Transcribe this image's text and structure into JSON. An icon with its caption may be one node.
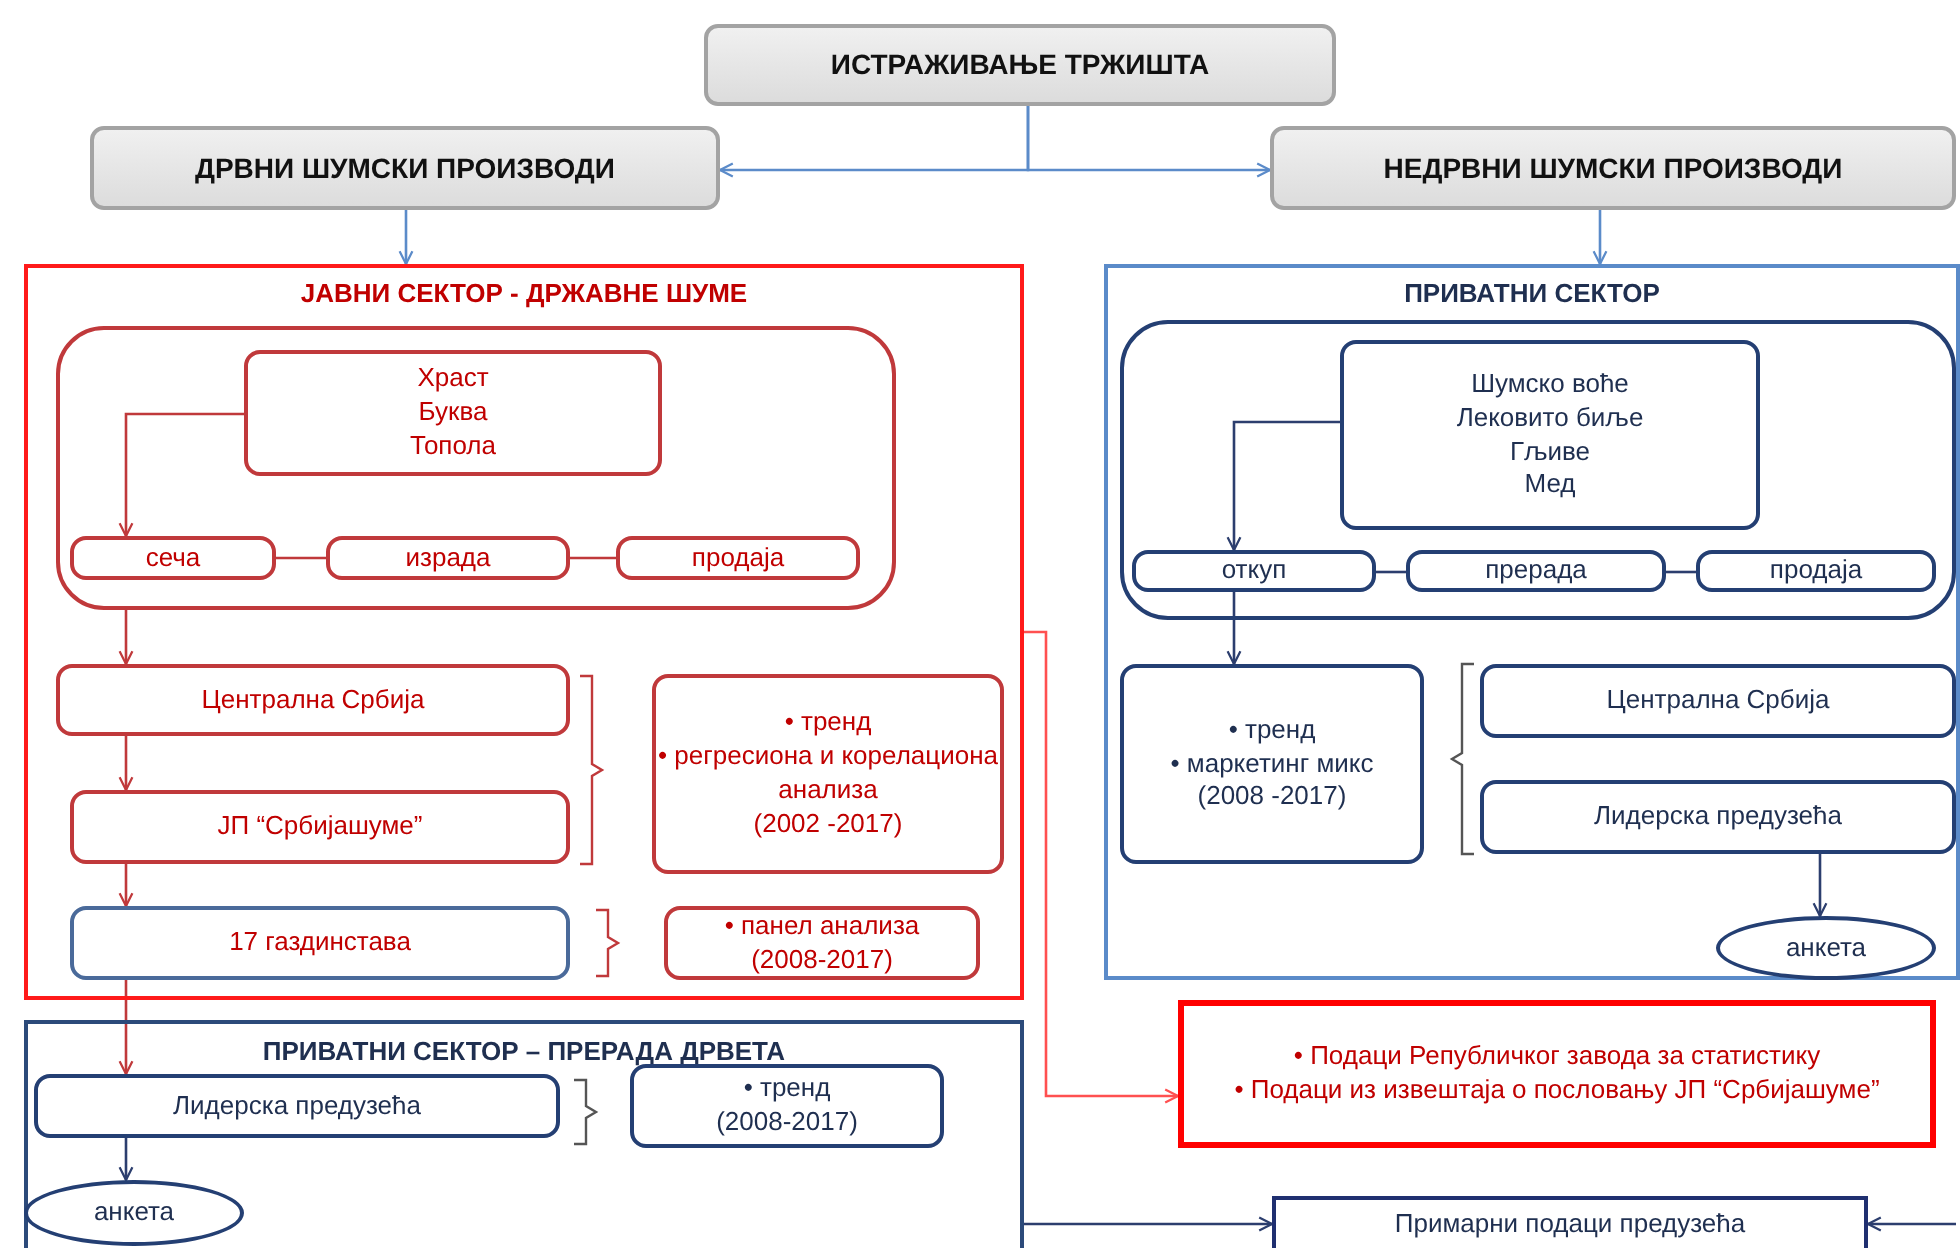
{
  "diagram": {
    "nodes": [
      {
        "text": [
          "ИСТРАЖИВАЊЕ ТРЖИШТА"
        ]
      },
      {
        "text": [
          "ДРВНИ ШУМСКИ ПРОИЗВОДИ"
        ]
      },
      {
        "text": [
          "НЕДРВНИ ШУМСКИ ПРОИЗВОДИ"
        ]
      },
      {
        "text": [
          "ЈАВНИ СЕКТОР - ДРЖАВНЕ ШУМЕ"
        ]
      },
      {
        "text": [],
        "shape": "box",
        "in": 3
      },
      {
        "text": [
          "Храст",
          "Буква",
          "Топола"
        ],
        "in": 4
      },
      {
        "text": [
          "сеча"
        ],
        "in": 4
      },
      {
        "text": [
          "израда"
        ],
        "in": 4
      },
      {
        "text": [
          "продаја"
        ],
        "in": 4
      },
      {
        "text": [
          "Централна  Србија"
        ],
        "in": 3
      },
      {
        "text": [
          "ЈП “Србијашуме”"
        ],
        "in": 3
      },
      {
        "text": [
          "• тренд",
          "• регресиона и корелациона анализа",
          "(2002 -2017)"
        ],
        "in": 3
      },
      {
        "text": [
          "17 газдинстава"
        ],
        "in": 3
      },
      {
        "text": [
          "• панел анализа",
          "(2008-2017)"
        ],
        "in": 3
      },
      {
        "text": [
          "ПРИВАТНИ СЕКТОР"
        ]
      },
      {
        "text": [],
        "shape": "box",
        "in": 14
      },
      {
        "text": [
          "Шумско воће",
          "Лековито биље",
          "Гљиве",
          "Мед"
        ],
        "in": 15
      },
      {
        "text": [
          "откуп"
        ],
        "in": 15
      },
      {
        "text": [
          "прерада"
        ],
        "in": 15
      },
      {
        "text": [
          "продаја"
        ],
        "in": 15
      },
      {
        "text": [
          "• тренд",
          "• маркетинг микс",
          "(2008 -2017)"
        ],
        "in": 14
      },
      {
        "text": [
          "Централна  Србија"
        ],
        "in": 14
      },
      {
        "text": [
          "Лидерска предузећа"
        ],
        "in": 14
      },
      {
        "text": [
          "анкета"
        ],
        "in": 14
      },
      {
        "text": [
          "• Подаци Републичког завода за статистику",
          "• Подаци из извештаја о пословању ЈП “Србијашуме”"
        ]
      },
      {
        "text": [
          "ПРИВАТНИ СЕКТОР – ПРЕРАДА ДРВЕТА"
        ]
      },
      {
        "text": [
          "Лидерска предузећа"
        ],
        "in": 25
      },
      {
        "text": [
          "• тренд",
          "(2008-2017)"
        ],
        "in": 25
      },
      {
        "text": [
          "анкета"
        ],
        "in": 25
      },
      {
        "text": [
          "Примарни подаци предузећа"
        ]
      }
    ],
    "edges": [
      {
        "from": 0,
        "to": 1,
        "arrow": "to",
        "color": "#5b8bc9"
      },
      {
        "from": 0,
        "to": 2,
        "arrow": "to",
        "color": "#5b8bc9"
      },
      {
        "from": 1,
        "to": 3,
        "arrow": "to",
        "color": "#5b8bc9"
      },
      {
        "from": 2,
        "to": 14,
        "arrow": "to",
        "color": "#5b8bc9"
      },
      {
        "from": 5,
        "to": 6,
        "arrow": "to",
        "color": "#c0393b"
      },
      {
        "from": 6,
        "to": 7,
        "arrow": "none",
        "color": "#c0393b"
      },
      {
        "from": 7,
        "to": 8,
        "arrow": "none",
        "color": "#c0393b"
      },
      {
        "from": 4,
        "to": 9,
        "arrow": "to",
        "color": "#c0393b"
      },
      {
        "from": 9,
        "to": 10,
        "arrow": "to",
        "color": "#c0393b"
      },
      {
        "from": 10,
        "to": 12,
        "arrow": "to",
        "color": "#c0393b"
      },
      {
        "from": 12,
        "to": 26,
        "arrow": "to",
        "color": "#c0393b"
      },
      {
        "from": 26,
        "to": 28,
        "arrow": "to"
      },
      {
        "from": 16,
        "to": 17,
        "arrow": "to"
      },
      {
        "from": 17,
        "to": 18,
        "arrow": "none"
      },
      {
        "from": 18,
        "to": 19,
        "arrow": "none"
      },
      {
        "from": 17,
        "to": 20,
        "arrow": "to"
      },
      {
        "from": 22,
        "to": 23,
        "arrow": "to"
      },
      {
        "from": 3,
        "to": 24,
        "arrow": "to",
        "color": "#ff5050"
      },
      {
        "from": 25,
        "to": 29,
        "arrow": "to"
      },
      {
        "from": null,
        "to": 29,
        "arrow": "to"
      }
    ]
  }
}
